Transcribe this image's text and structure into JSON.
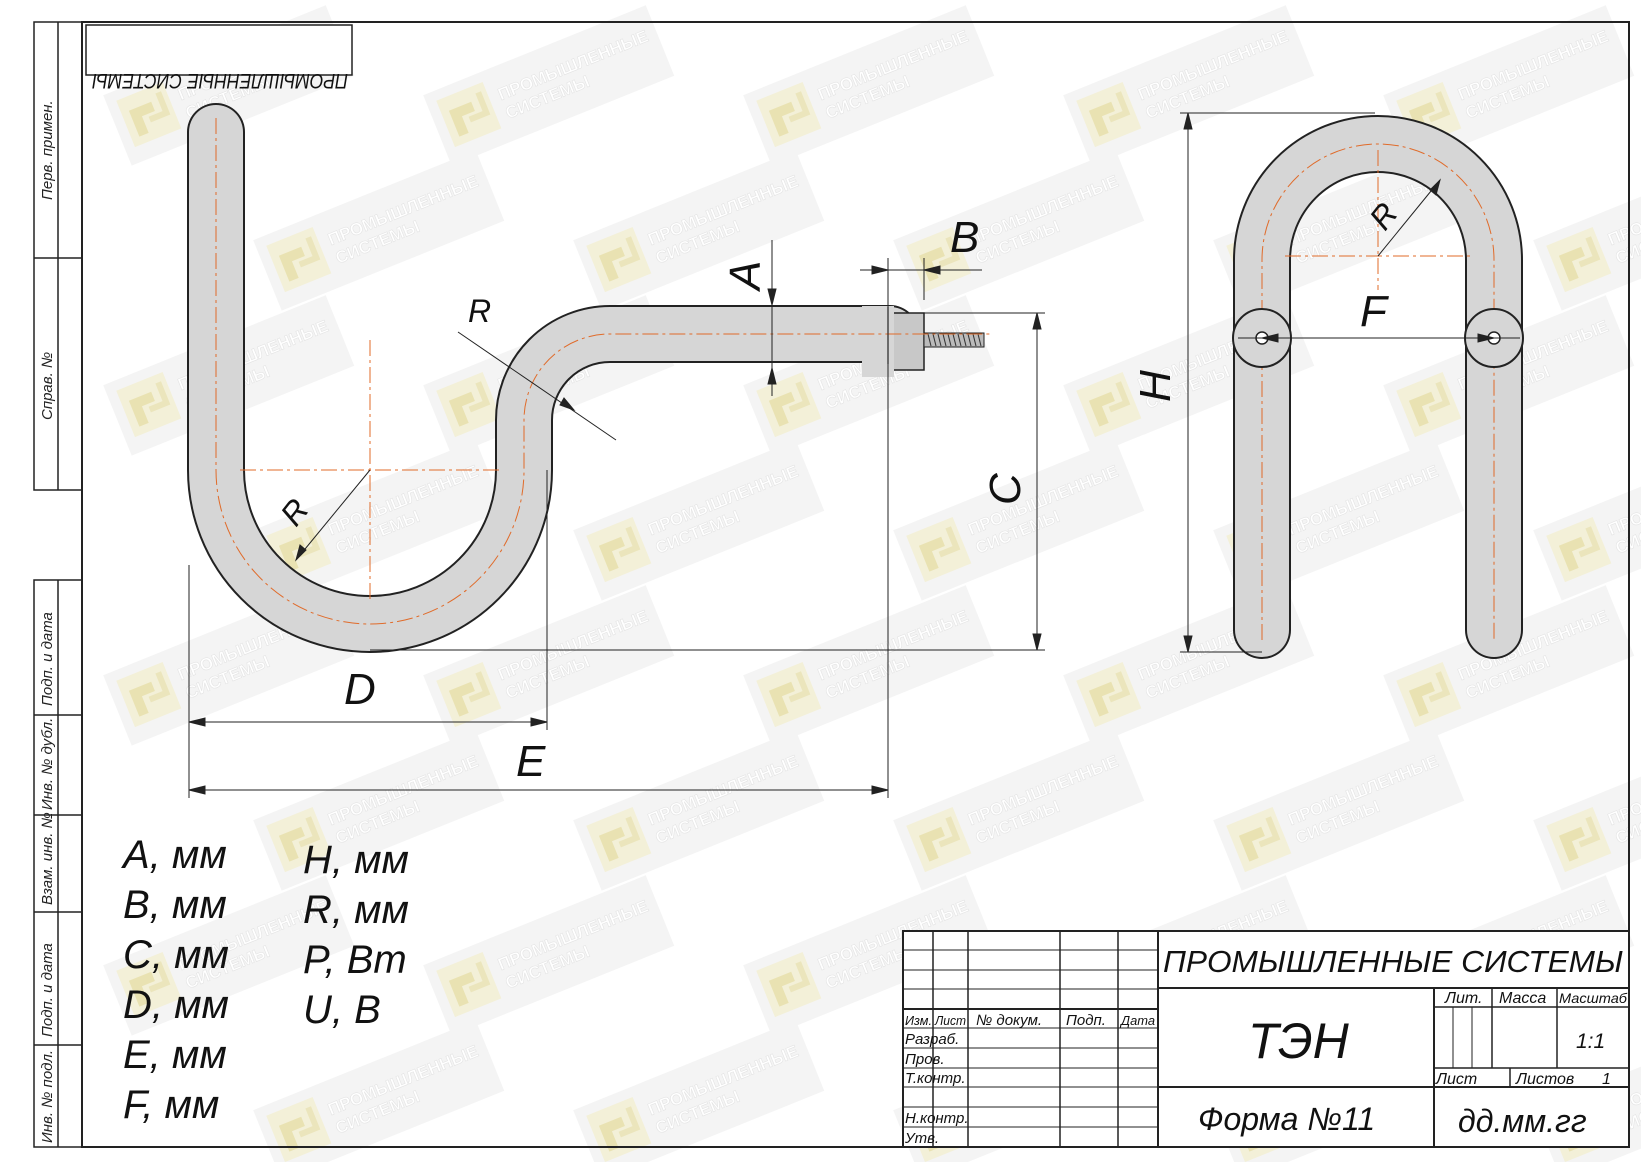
{
  "company_stamp_mirrored": "ПРОМЫШЛЕННЫЕ СИСТЕМЫ",
  "watermark": {
    "line1": "ПРОМЫШЛЕННЫЕ",
    "line2": "СИСТЕМЫ"
  },
  "side_stamp": {
    "perv_primen": "Перв. примен.",
    "sprav_no": "Справ. №",
    "podp_data_1": "Подп. и дата",
    "inv_no_dubl": "Инв. № дубл.",
    "vzam_inv_no": "Взам. инв. №",
    "podp_data_2": "Подп. и дата",
    "inv_no_podl": "Инв. № подл."
  },
  "dimensions": {
    "A": "A",
    "B": "B",
    "C": "C",
    "D": "D",
    "E": "E",
    "F": "F",
    "H": "H",
    "R": "R"
  },
  "parameters_left": [
    "A, мм",
    "B, мм",
    "C, мм",
    "D, мм",
    "E, мм",
    "F, мм"
  ],
  "parameters_right": [
    "H, мм",
    "R, мм",
    "P, Вт",
    "U, В"
  ],
  "title_block": {
    "company": "ПРОМЫШЛЕННЫЕ СИСТЕМЫ",
    "product": "ТЭН",
    "form": "Форма №11",
    "date": "дд.мм.гг",
    "lit": "Лит.",
    "massa": "Масса",
    "masshtab": "Масштаб",
    "scale": "1:1",
    "list": "Лист",
    "listov": "Листов",
    "listov_value": "1",
    "izm": "Изм.",
    "list_col": "Лист",
    "no_dokum": "№ докум.",
    "podp": "Подп.",
    "data": "Дата",
    "razrab": "Разраб.",
    "prov": "Пров.",
    "t_kontr": "Т.контр.",
    "n_kontr": "Н.контр.",
    "utv": "Утв."
  }
}
